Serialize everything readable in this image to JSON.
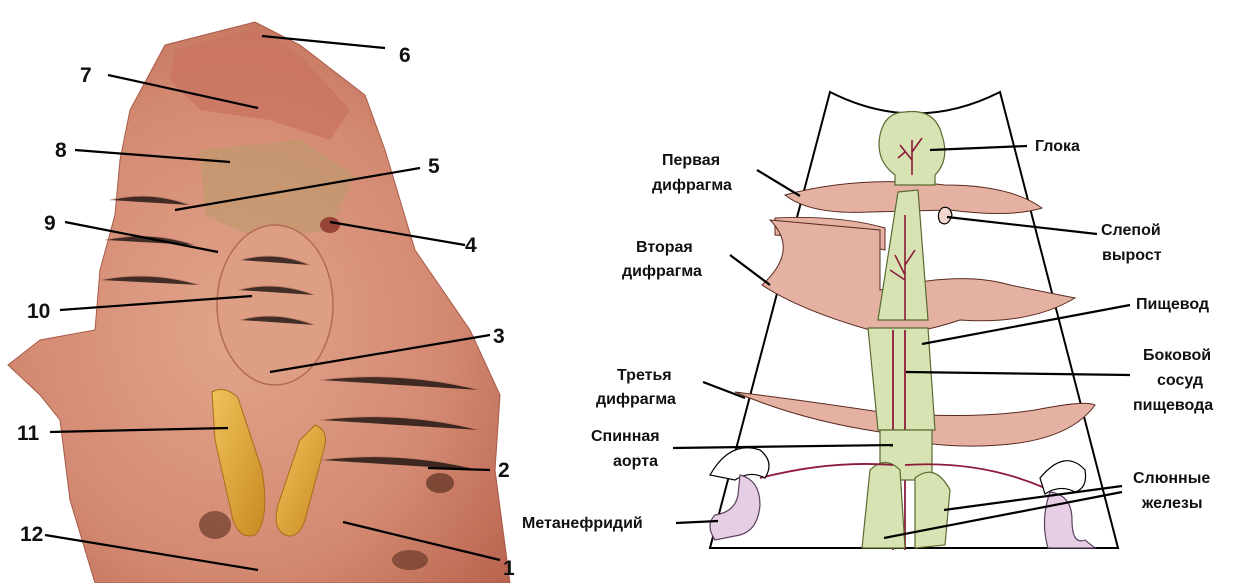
{
  "photo": {
    "numbers": [
      "1",
      "2",
      "3",
      "4",
      "5",
      "6",
      "7",
      "8",
      "9",
      "10",
      "11",
      "12"
    ]
  },
  "diagram": {
    "labels": {
      "gloka": "Глока",
      "first_diaphragm_1": "Первая",
      "first_diaphragm_2": "дифрагма",
      "blind_outgrowth_1": "Слепой",
      "blind_outgrowth_2": "вырост",
      "second_diaphragm_1": "Вторая",
      "second_diaphragm_2": "дифрагма",
      "esophagus": "Пищевод",
      "lateral_vessel_1": "Боковой",
      "lateral_vessel_2": "сосуд",
      "lateral_vessel_3": "пищевода",
      "third_diaphragm_1": "Третья",
      "third_diaphragm_2": "дифрагма",
      "dorsal_aorta_1": "Спинная",
      "dorsal_aorta_2": "аорта",
      "salivary_glands_1": "Слюнные",
      "salivary_glands_2": "железы",
      "metanephridium": "Метанефридий"
    }
  },
  "colors": {
    "tissue": "#d9907a",
    "tissue_dark": "#b8644f",
    "gland_yellow": "#e0a43a",
    "diaphragm_fill": "#e4b1a2",
    "organ_green": "#d7e3b3",
    "vessel": "#8e1b3a",
    "nephridium": "#e6cfe4"
  }
}
